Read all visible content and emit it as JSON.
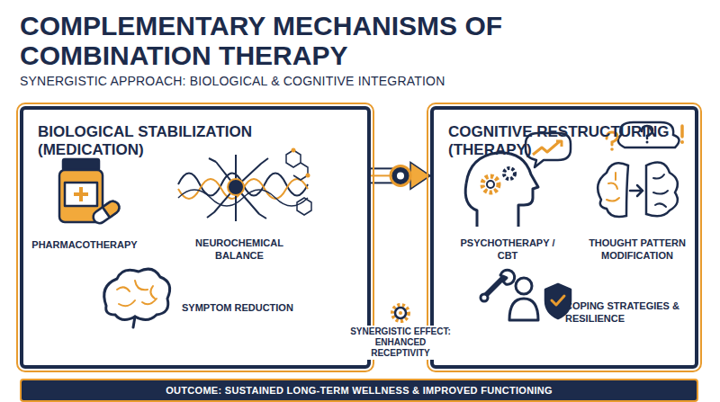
{
  "diagram": {
    "title": "COMPLEMENTARY MECHANISMS OF COMBINATION THERAPY",
    "nodes": [
      {
        "text": [
          "BIOLOGICAL STABILIZATION (MEDICATION)",
          "PHARMACOTHERAPY",
          "NEUROCHEMICAL BALANCE",
          "SYMPTOM REDUCTION"
        ]
      },
      {
        "text": [
          "COGNITIVE RESTRUCTURING (THERAPY)",
          "PSYCHOTHERAPY / CBT",
          "THOUGHT PATTERN MODIFICATION",
          "COPING STRATEGIES & RESILIENCE"
        ]
      },
      {
        "text": [
          "OUTCOME: SUSTAINED LONG-TERM WELLNESS & IMPROVED FUNCTIONING"
        ]
      }
    ],
    "edges": [
      {
        "from": 0,
        "to": 1,
        "arrow": "to",
        "label": "SYNERGISTIC EFFECT: ENHANCED RECEPTIVITY"
      }
    ],
    "labels": [
      "SYNERGISTIC APPROACH: BIOLOGICAL & COGNITIVE INTEGRATION"
    ]
  }
}
